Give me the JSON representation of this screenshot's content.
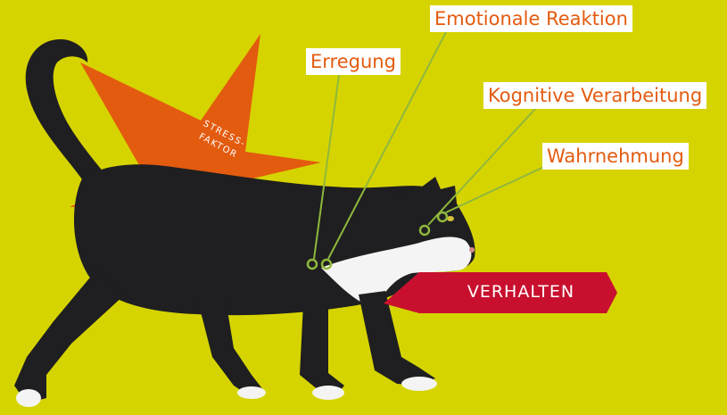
{
  "colors": {
    "background": "#d6d400",
    "star": "#e35b0f",
    "label_text": "#e35b0f",
    "label_background": "#ffffff",
    "connector_lines": "#8fb83c",
    "behavior_arrow": "#c8102e",
    "cat_fur": "#1f1f21",
    "cat_white": "#f4f4f4"
  },
  "labels": {
    "emotional_reaction": "Emotionale Reaktion",
    "arousal": "Erregung",
    "cognitive_processing": "Kognitive Verarbeitung",
    "perception": "Wahrnehmung"
  },
  "stressor": {
    "line1": "STRESS-",
    "line2": "FAKTOR"
  },
  "behavior": "VERHALTEN",
  "illustration": {
    "subject": "walking black-and-white cat",
    "icons": [
      "star-shape",
      "arrow-banner",
      "connector-circles"
    ]
  }
}
